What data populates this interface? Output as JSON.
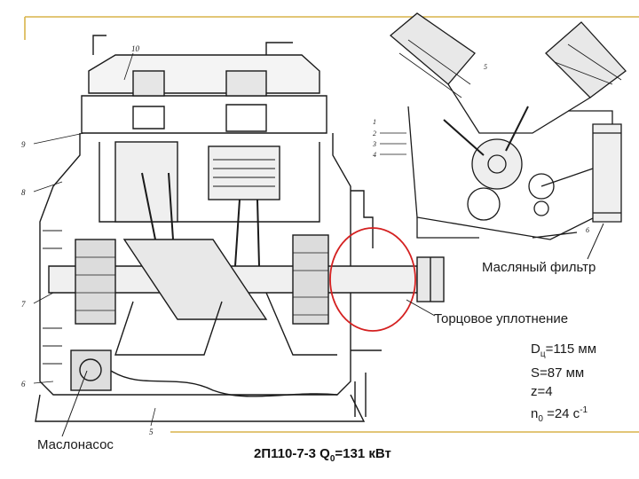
{
  "labels": {
    "oil_filter": "Масляный фильтр",
    "face_seal": "Торцовое уплотнение",
    "oil_pump": "Маслонасос"
  },
  "specs": {
    "bore_sym": "D",
    "bore_sub": "ц",
    "bore_val": "=115 мм",
    "stroke": "S=87 мм",
    "cylinders": "z=4",
    "speed_sym": "n",
    "speed_sub": "0",
    "speed_val": " =24 с",
    "speed_sup": "-1"
  },
  "footer": {
    "model": "2П110-7-3  Q",
    "q_sub": "0",
    "q_val": "=131 кВт"
  },
  "part_numbers": [
    "10",
    "9",
    "8",
    "7",
    "6",
    "5",
    "1",
    "2",
    "3",
    "4",
    "5",
    "6"
  ],
  "colors": {
    "frame_gold": "#d9b44a",
    "highlight_red": "#d42020",
    "ink": "#1a1a1a"
  }
}
